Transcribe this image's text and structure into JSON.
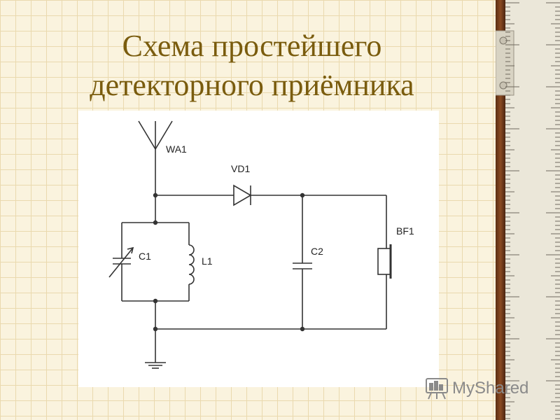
{
  "slide": {
    "title_line1": "Схема простейшего",
    "title_line2": "детекторного приёмника"
  },
  "diagram": {
    "labels": {
      "antenna": "WA1",
      "diode": "VD1",
      "capacitor_variable": "C1",
      "inductor": "L1",
      "capacitor": "C2",
      "headphone": "BF1"
    }
  },
  "watermark": {
    "text": "MyShared",
    "icon": "presentation-board-icon"
  },
  "colors": {
    "title": "#7a5c0e",
    "background": "#faf3de",
    "wire": "#333333"
  }
}
